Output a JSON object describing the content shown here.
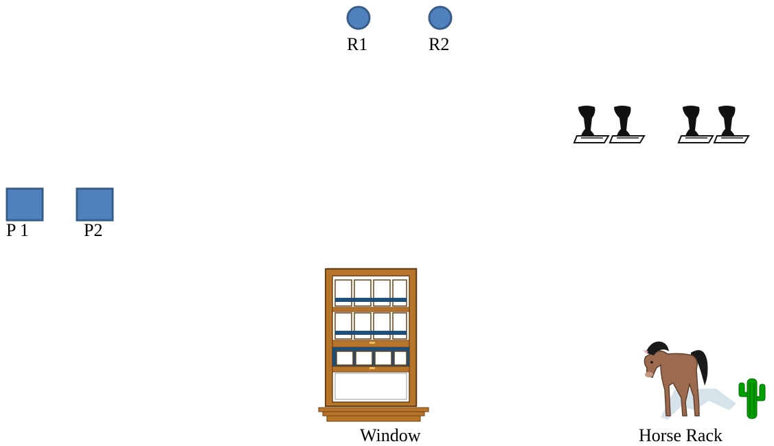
{
  "receivers": [
    {
      "label": "R1"
    },
    {
      "label": "R2"
    }
  ],
  "players": [
    {
      "label": "P 1"
    },
    {
      "label": "P2"
    }
  ],
  "window": {
    "label": "Window"
  },
  "horse_rack": {
    "label": "Horse Rack"
  },
  "colors": {
    "node_fill": "#4f81bd",
    "node_stroke": "#385d8a",
    "window_frame": "#b8742a",
    "window_pane_band": "#1f4e79",
    "horse_body": "#9c6a4f",
    "horse_mane": "#1a1a1a",
    "cactus": "#00a000"
  },
  "icons": {
    "receiver": "blue-circle-icon",
    "player": "blue-square-icon",
    "seat": "stool-seat-icon",
    "window": "sash-window-icon",
    "horse": "horse-icon",
    "cactus": "cactus-icon"
  }
}
